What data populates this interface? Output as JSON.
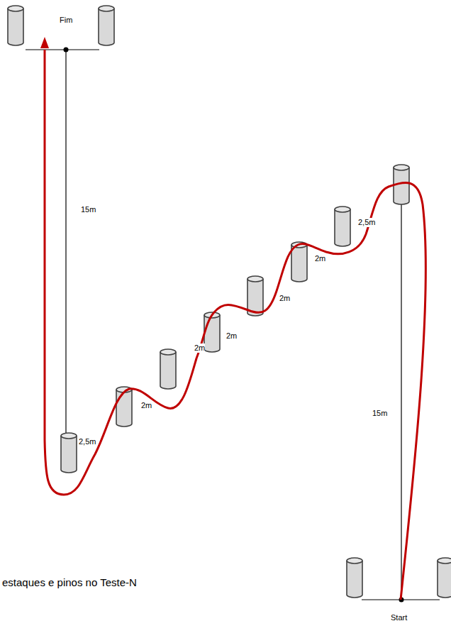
{
  "diagram": {
    "caption": "estaques e pinos no Teste-N",
    "labels": [
      "Fim",
      "15m",
      "2,5m",
      "2m",
      "2m",
      "2m",
      "2m",
      "2m",
      "2,5m",
      "15m",
      "Start"
    ]
  }
}
